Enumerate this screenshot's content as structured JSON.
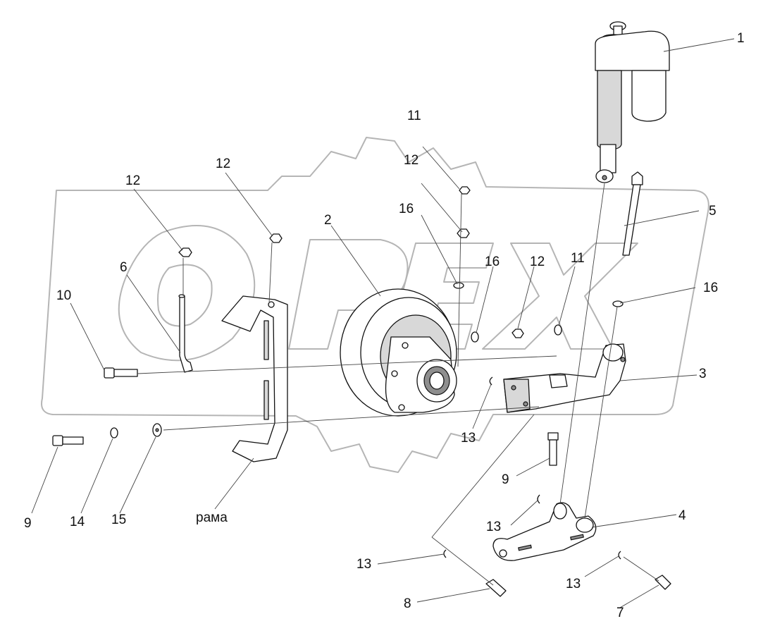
{
  "callouts": {
    "c1": "1",
    "c2": "2",
    "c3": "3",
    "c4": "4",
    "c5": "5",
    "c6": "6",
    "c7": "7",
    "c8": "8",
    "c9a": "9",
    "c9b": "9",
    "c10": "10",
    "c11a": "11",
    "c11b": "11",
    "c12a": "12",
    "c12b": "12",
    "c12c": "12",
    "c12d": "12",
    "c13a": "13",
    "c13b": "13",
    "c13c": "13",
    "c13d": "13",
    "c14": "14",
    "c15": "15",
    "c16a": "16",
    "c16b": "16",
    "c16c": "16",
    "frame": "рама"
  },
  "watermark": "ОРЕХ",
  "colors": {
    "line": "#111111",
    "watermark": "#b5b5b5",
    "shade": "#8e8e8e"
  }
}
